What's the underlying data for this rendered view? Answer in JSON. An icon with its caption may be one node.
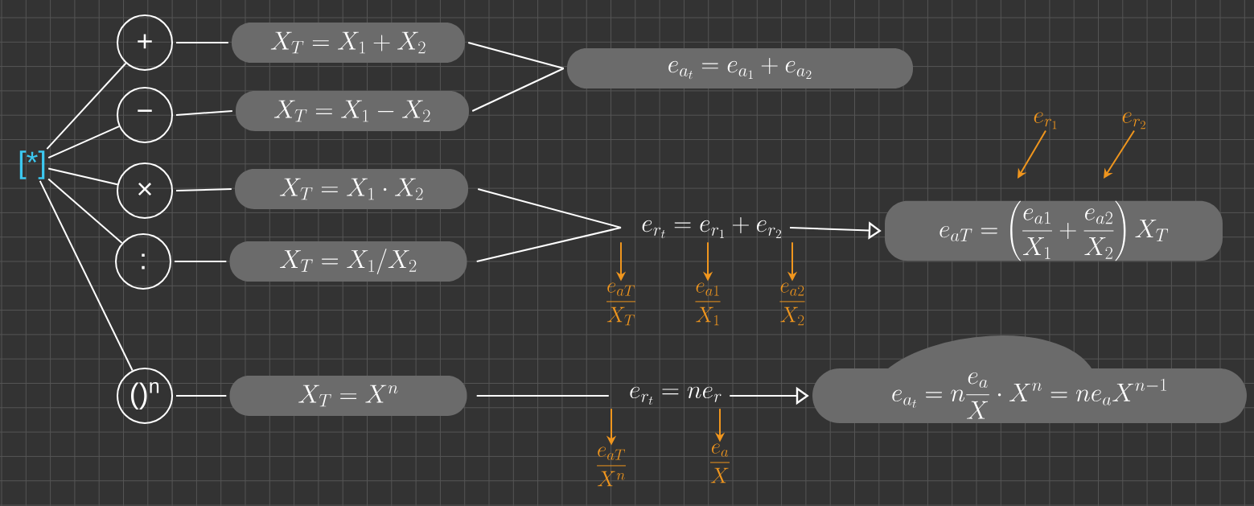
{
  "diagram": {
    "nodes": [
      {
        "text": [
          "[*]"
        ]
      },
      {
        "text": [
          "+"
        ]
      },
      {
        "text": [
          "−"
        ]
      },
      {
        "text": [
          "×"
        ]
      },
      {
        "text": [
          ":"
        ]
      },
      {
        "text": [
          "()$^{n}$"
        ]
      },
      {
        "text": [
          "X_T = X_1 + X_2"
        ]
      },
      {
        "text": [
          "X_T = X_1 - X_2"
        ]
      },
      {
        "text": [
          "X_T = X_1 \\cdot X_2"
        ]
      },
      {
        "text": [
          "X_T = X_1 / X_2"
        ]
      },
      {
        "text": [
          "X_T = X^{n}"
        ]
      },
      {
        "text": [
          "e_{a_t} = e_{a_1} + e_{a_2}"
        ]
      },
      {
        "text": [
          "e_{r_t} = e_{r_1} + e_{r_2}"
        ]
      },
      {
        "text": [
          "e_{aT} = \\left(\\frac{e_{a1}}{X_1} + \\frac{e_{a2}}{X_2}\\right) X_T"
        ]
      },
      {
        "text": [
          "e_{r_t} = n e_r"
        ]
      },
      {
        "text": [
          "e_{a_t} = n \\frac{e_a}{X} \\cdot X^{n} = n e_a X^{n-1}"
        ]
      },
      {
        "text": [
          "e_{r_1}"
        ]
      },
      {
        "text": [
          "e_{r_2}"
        ]
      },
      {
        "text": [
          "\\frac{e_{aT}}{X_T}"
        ]
      },
      {
        "text": [
          "\\frac{e_{a1}}{X_1}"
        ]
      },
      {
        "text": [
          "\\frac{e_{a2}}{X_2}"
        ]
      },
      {
        "text": [
          "\\frac{e_{aT}}{X^{n}}"
        ]
      },
      {
        "text": [
          "\\frac{e_a}{X}"
        ]
      }
    ],
    "edges": [
      {
        "from": 0,
        "to": 1,
        "arrow": "none"
      },
      {
        "from": 0,
        "to": 2,
        "arrow": "none"
      },
      {
        "from": 0,
        "to": 3,
        "arrow": "none"
      },
      {
        "from": 0,
        "to": 4,
        "arrow": "none"
      },
      {
        "from": 0,
        "to": 5,
        "arrow": "none"
      },
      {
        "from": 1,
        "to": 6,
        "arrow": "none"
      },
      {
        "from": 2,
        "to": 7,
        "arrow": "none"
      },
      {
        "from": 3,
        "to": 8,
        "arrow": "none"
      },
      {
        "from": 4,
        "to": 9,
        "arrow": "none"
      },
      {
        "from": 5,
        "to": 10,
        "arrow": "none"
      },
      {
        "from": 6,
        "to": 11,
        "arrow": "none"
      },
      {
        "from": 7,
        "to": 11,
        "arrow": "none"
      },
      {
        "from": 8,
        "to": 12,
        "arrow": "none"
      },
      {
        "from": 9,
        "to": 12,
        "arrow": "none"
      },
      {
        "from": 10,
        "to": 14,
        "arrow": "none"
      },
      {
        "from": 12,
        "to": 13,
        "arrow": "to"
      },
      {
        "from": 14,
        "to": 15,
        "arrow": "to"
      },
      {
        "from": 16,
        "to": null,
        "arrow": "to",
        "color": "#f0961e"
      },
      {
        "from": 17,
        "to": null,
        "arrow": "to",
        "color": "#f0961e"
      },
      {
        "from": 12,
        "to": 18,
        "arrow": "to",
        "color": "#f0961e"
      },
      {
        "from": 12,
        "to": 19,
        "arrow": "to",
        "color": "#f0961e"
      },
      {
        "from": 12,
        "to": 20,
        "arrow": "to",
        "color": "#f0961e"
      },
      {
        "from": 14,
        "to": 21,
        "arrow": "to",
        "color": "#f0961e"
      },
      {
        "from": 14,
        "to": 22,
        "arrow": "to",
        "color": "#f0961e"
      }
    ]
  }
}
